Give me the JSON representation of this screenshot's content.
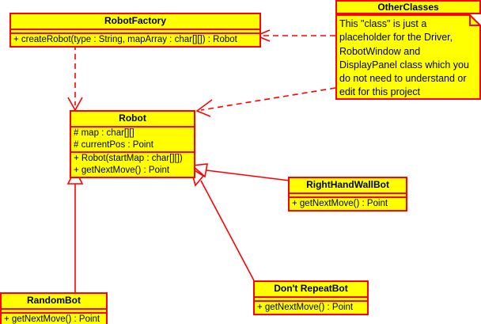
{
  "diagram": {
    "type": "uml-class-diagram",
    "background_color": "#ffffff",
    "box_fill_color": "#ffff00",
    "box_border_color": "#ff0000",
    "connector_color": "#ff0000",
    "text_color": "#000000"
  },
  "classes": {
    "robot_factory": {
      "name": "RobotFactory",
      "attributes": [],
      "methods": [
        "+ createRobot(type : String, mapArray : char[][]) : Robot"
      ]
    },
    "robot": {
      "name": "Robot",
      "attributes": [
        "# map : char[][]",
        "# currentPos : Point"
      ],
      "methods": [
        "+ Robot(startMap : char[][])",
        "+ getNextMove() : Point"
      ]
    },
    "right_hand_wall_bot": {
      "name": "RightHandWallBot",
      "attributes": [],
      "methods": [
        "+ getNextMove() : Point"
      ]
    },
    "dont_repeat_bot": {
      "name": "Don't RepeatBot",
      "attributes": [],
      "methods": [
        "+ getNextMove() : Point"
      ]
    },
    "random_bot": {
      "name": "RandomBot",
      "attributes": [],
      "methods": [
        "+ getNextMove() : Point"
      ]
    }
  },
  "note": {
    "title": "OtherClasses",
    "body": " This \"class\" is just a placeholder for the Driver, RobotWindow and DisplayPanel class which you do not need to understand or edit for this project"
  },
  "relationships": [
    {
      "kind": "dependency",
      "from": "OtherClasses",
      "to": "RobotFactory",
      "style": "dashed",
      "arrow": "open"
    },
    {
      "kind": "dependency",
      "from": "OtherClasses",
      "to": "Robot",
      "style": "dashed",
      "arrow": "open"
    },
    {
      "kind": "dependency",
      "from": "RobotFactory",
      "to": "Robot",
      "style": "dashed",
      "arrow": "open"
    },
    {
      "kind": "generalization",
      "from": "RandomBot",
      "to": "Robot",
      "style": "solid",
      "arrow": "hollow-triangle"
    },
    {
      "kind": "generalization",
      "from": "RightHandWallBot",
      "to": "Robot",
      "style": "solid",
      "arrow": "hollow-triangle"
    },
    {
      "kind": "generalization",
      "from": "Don't RepeatBot",
      "to": "Robot",
      "style": "solid",
      "arrow": "hollow-triangle"
    }
  ]
}
